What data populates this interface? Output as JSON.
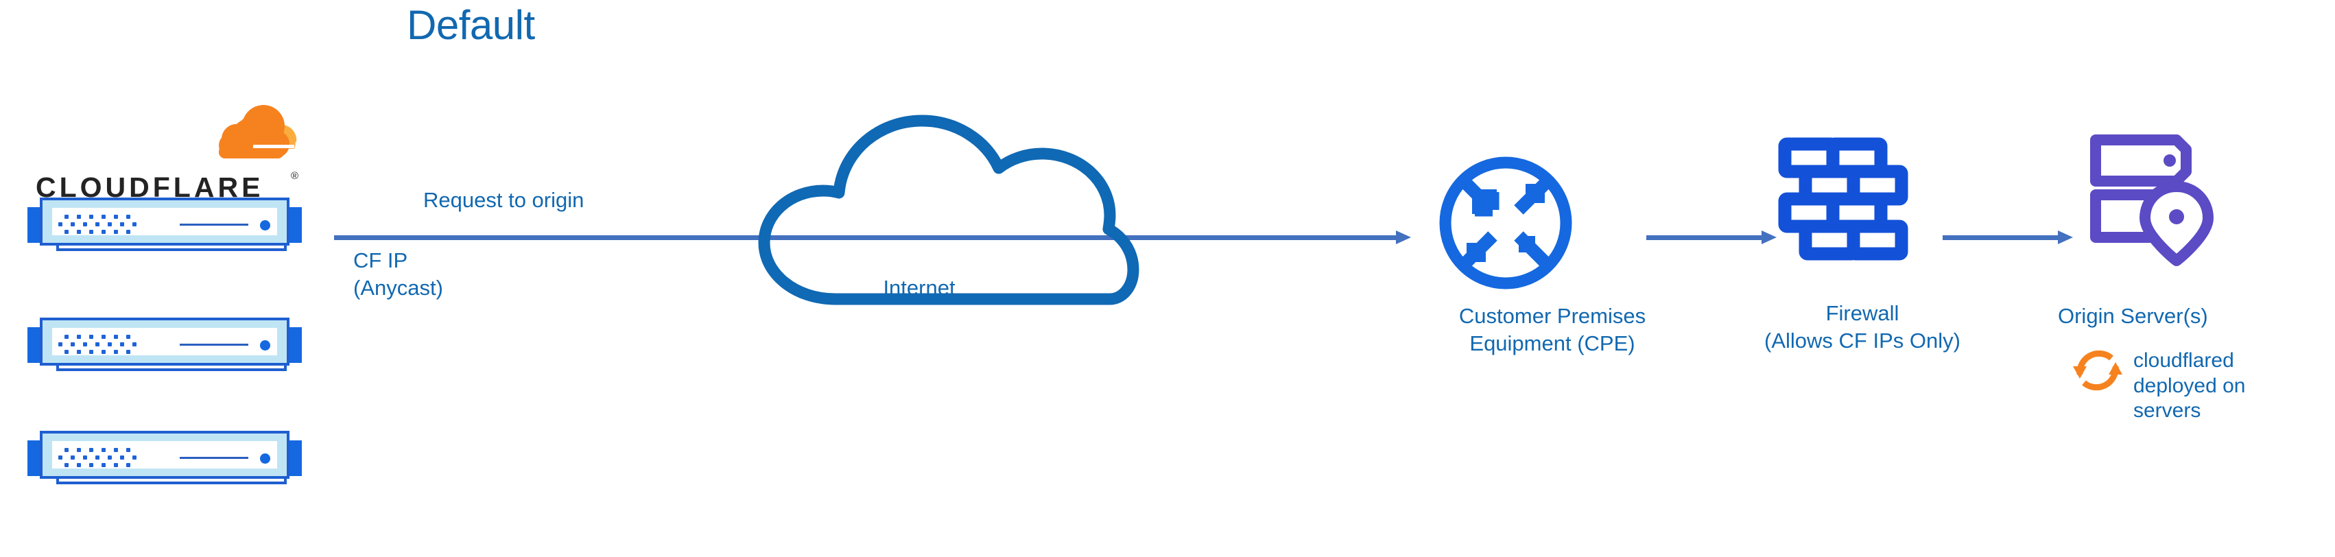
{
  "diagram": {
    "title": "Default",
    "accent_blue": "#1168b0",
    "icon_blue": "#1568e0",
    "arrow_blue": "#4470c0",
    "purple": "#5b4bc4",
    "orange": "#f6821f",
    "orange_light": "#faad3f"
  },
  "brand": {
    "logo_name": "cloudflare-logo",
    "wordmark": "CLOUDFLARE",
    "registered_mark": "®"
  },
  "nodes": [
    {
      "id": "cloudflare-edge",
      "name": "cloudflare-server-stack",
      "icon": "server-rack-icon",
      "caption_line1": "CF IP",
      "caption_line2": "(Anycast)",
      "unit_count": 3
    },
    {
      "id": "internet",
      "name": "internet-cloud",
      "icon": "cloud-icon",
      "label": "Internet"
    },
    {
      "id": "cpe",
      "name": "customer-premises-equipment",
      "icon": "router-four-arrows-icon",
      "caption_line1": "Customer Premises",
      "caption_line2": "Equipment (CPE)"
    },
    {
      "id": "firewall",
      "name": "firewall",
      "icon": "brick-wall-icon",
      "caption_line1": "Firewall",
      "caption_line2": "(Allows CF IPs Only)"
    },
    {
      "id": "origin",
      "name": "origin-servers",
      "icon": "server-location-pin-icon",
      "caption": "Origin Server(s)",
      "note_icon": "refresh-sync-icon",
      "note_line1": "cloudflared",
      "note_line2": "deployed on",
      "note_line3": "servers"
    }
  ],
  "edges": [
    {
      "id": "edge-edge-to-cpe",
      "name": "request-to-origin-arrow",
      "label": "Request to origin"
    },
    {
      "id": "edge-cpe-to-firewall",
      "name": "cpe-to-firewall-arrow",
      "label": ""
    },
    {
      "id": "edge-firewall-to-origin",
      "name": "firewall-to-origin-arrow",
      "label": ""
    }
  ],
  "labels": {
    "request_to_origin": "Request to origin",
    "cf_ip": "CF IP\n(Anycast)",
    "internet": "Internet",
    "cpe": "Customer Premises\nEquipment (CPE)",
    "firewall": "Firewall\n(Allows CF IPs Only)",
    "origin_server": "Origin Server(s)",
    "cloudflared_note": "cloudflared\ndeployed on\nservers"
  }
}
